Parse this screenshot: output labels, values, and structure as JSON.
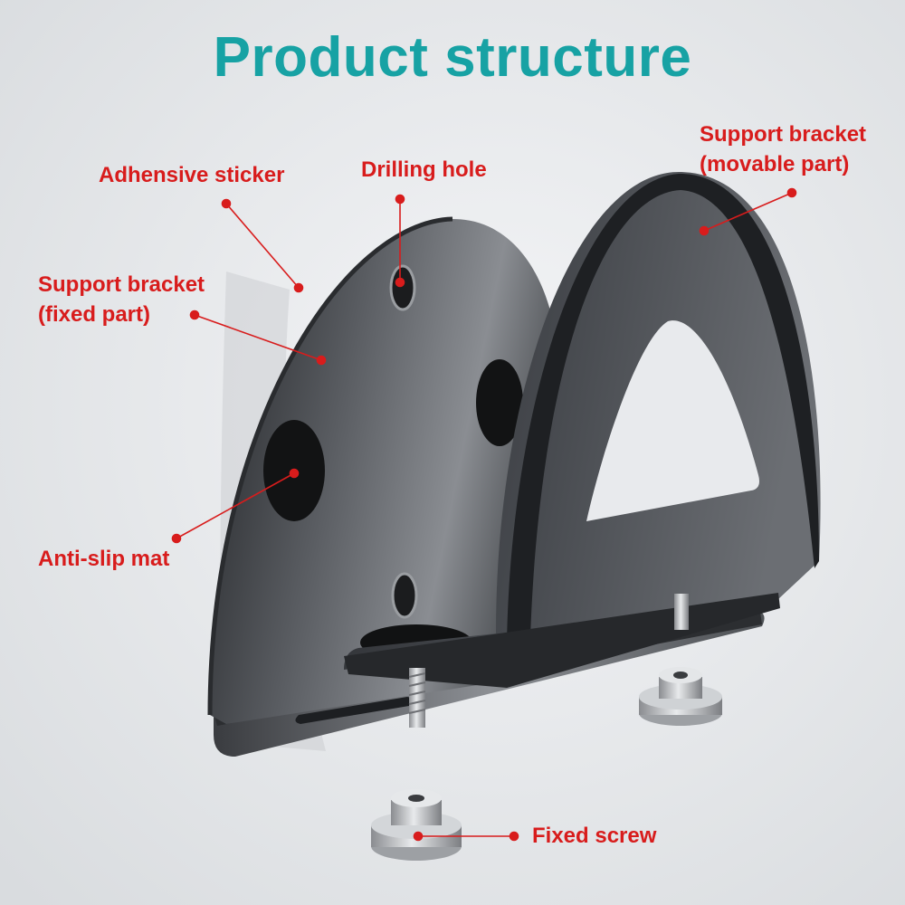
{
  "title": "Product structure",
  "colors": {
    "title": "#17a2a4",
    "callout_text": "#d81c1c",
    "leader_line": "#d81c1c",
    "bracket_metal": "#4a4c50",
    "wall": "#eef0f2"
  },
  "callouts": {
    "adhesive_sticker": {
      "lines": [
        "Adhensive sticker"
      ]
    },
    "drilling_hole": {
      "lines": [
        "Drilling hole"
      ]
    },
    "support_fixed": {
      "lines": [
        "Support bracket",
        "(fixed part)"
      ]
    },
    "support_movable": {
      "lines": [
        "Support bracket",
        "(movable part)"
      ]
    },
    "anti_slip_mat": {
      "lines": [
        "Anti-slip mat"
      ]
    },
    "fixed_screw": {
      "lines": [
        "Fixed screw"
      ]
    }
  }
}
